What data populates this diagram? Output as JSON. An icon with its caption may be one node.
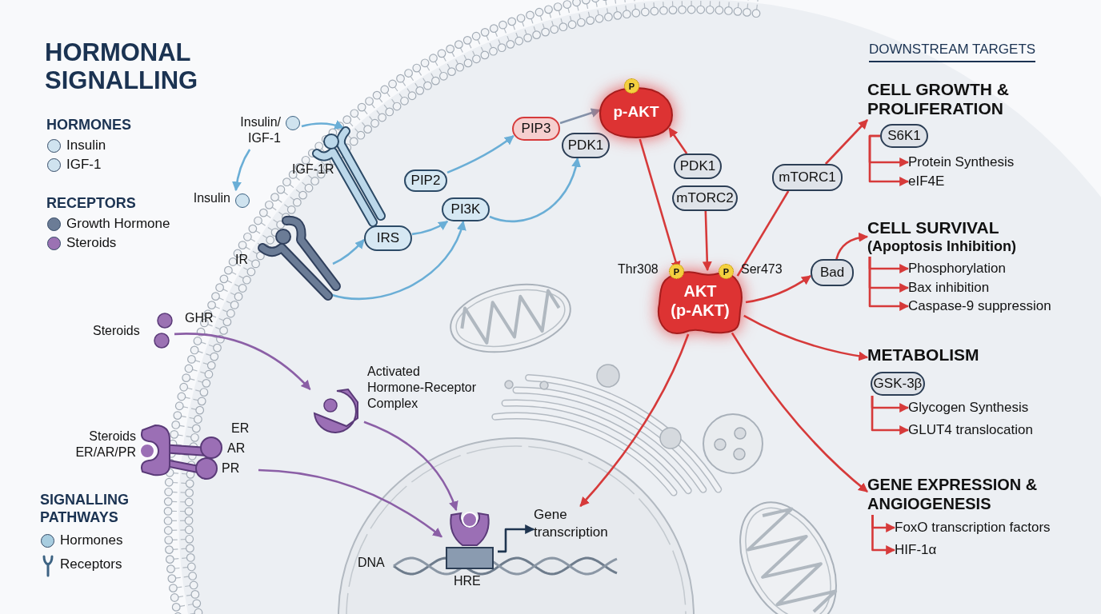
{
  "diagram": {
    "title": "HORMONAL SIGNALLING",
    "nodes": [
      {
        "text": [
          "Insulin/ IGF-1"
        ]
      },
      {
        "text": [
          "IGF-1R"
        ]
      },
      {
        "text": [
          "Insulin"
        ]
      },
      {
        "text": [
          "IR"
        ]
      },
      {
        "text": [
          "IRS"
        ]
      },
      {
        "text": [
          "PIP2"
        ]
      },
      {
        "text": [
          "PI3K"
        ]
      },
      {
        "text": [
          "PIP3"
        ]
      },
      {
        "text": [
          "PDK1"
        ]
      },
      {
        "text": [
          "p-AKT"
        ]
      },
      {
        "text": [
          "PDK1"
        ]
      },
      {
        "text": [
          "mTORC2"
        ]
      },
      {
        "text": [
          "AKT (p-AKT)"
        ],
        "beside": [
          "Thr308",
          "Ser473"
        ]
      },
      {
        "text": [
          "mTORC1"
        ]
      },
      {
        "text": [
          "Bad"
        ]
      },
      {
        "text": [
          "CELL GROWTH & PROLIFERATION"
        ]
      },
      {
        "text": [
          "S6K1"
        ]
      },
      {
        "text": [
          "Protein Synthesis"
        ]
      },
      {
        "text": [
          "eIF4E"
        ]
      },
      {
        "text": [
          "CELL SURVIVAL",
          "(Apoptosis Inhibition)"
        ]
      },
      {
        "text": [
          "Phosphorylation"
        ]
      },
      {
        "text": [
          "Bax inhibition"
        ]
      },
      {
        "text": [
          "Caspase-9 suppression"
        ]
      },
      {
        "text": [
          "METABOLISM"
        ]
      },
      {
        "text": [
          "GSK-3β"
        ]
      },
      {
        "text": [
          "Glycogen Synthesis"
        ]
      },
      {
        "text": [
          "GLUT4 translocation"
        ]
      },
      {
        "text": [
          "GENE EXPRESSION & ANGIOGENESIS"
        ]
      },
      {
        "text": [
          "FoxO transcription factors"
        ]
      },
      {
        "text": [
          "HIF-1α"
        ]
      },
      {
        "text": [
          "Steroids"
        ]
      },
      {
        "text": [
          "Activated Hormone-Receptor Complex"
        ]
      },
      {
        "text": [
          "Steroids ER/AR/PR"
        ],
        "beside": [
          "ER",
          "AR",
          "PR"
        ]
      },
      {
        "text": [
          "HRE"
        ]
      },
      {
        "text": [
          "Gene transcription"
        ]
      }
    ],
    "edges": [
      {
        "from": 0,
        "to": 1,
        "arrow": "to",
        "color": "#6aaed6"
      },
      {
        "from": 0,
        "to": 2,
        "arrow": "to",
        "color": "#6aaed6"
      },
      {
        "from": 3,
        "to": 4,
        "arrow": "to",
        "color": "#6aaed6"
      },
      {
        "from": 3,
        "to": 6,
        "arrow": "to",
        "color": "#6aaed6"
      },
      {
        "from": 4,
        "to": 6,
        "arrow": "to",
        "color": "#6aaed6"
      },
      {
        "from": 5,
        "to": 7,
        "arrow": "to",
        "color": "#6aaed6"
      },
      {
        "from": 6,
        "to": 8,
        "arrow": "to",
        "color": "#6aaed6"
      },
      {
        "from": 7,
        "to": 9,
        "arrow": "to",
        "color": "#8393ab"
      },
      {
        "from": 10,
        "to": 9,
        "arrow": "to"
      },
      {
        "from": 9,
        "to": 12,
        "arrow": "to"
      },
      {
        "from": 11,
        "to": 12,
        "arrow": "to"
      },
      {
        "from": 12,
        "to": 13,
        "arrow": "none"
      },
      {
        "from": 13,
        "to": 15,
        "arrow": "to"
      },
      {
        "from": 12,
        "to": 14,
        "arrow": "to"
      },
      {
        "from": 14,
        "to": 19,
        "arrow": "to"
      },
      {
        "from": 12,
        "to": 23,
        "arrow": "to"
      },
      {
        "from": 12,
        "to": 27,
        "arrow": "to"
      },
      {
        "from": 12,
        "to": 34,
        "arrow": "to"
      },
      {
        "from": 16,
        "to": 17,
        "arrow": "to"
      },
      {
        "from": 16,
        "to": 18,
        "arrow": "to"
      },
      {
        "from": 19,
        "to": 20,
        "arrow": "to"
      },
      {
        "from": 19,
        "to": 21,
        "arrow": "to"
      },
      {
        "from": 19,
        "to": 22,
        "arrow": "to"
      },
      {
        "from": 24,
        "to": 25,
        "arrow": "to"
      },
      {
        "from": 24,
        "to": 26,
        "arrow": "to"
      },
      {
        "from": 27,
        "to": 28,
        "arrow": "to"
      },
      {
        "from": 27,
        "to": 29,
        "arrow": "to"
      },
      {
        "from": 30,
        "to": 31,
        "arrow": "to",
        "color": "#8b5fa6"
      },
      {
        "from": 31,
        "to": 33,
        "arrow": "to",
        "color": "#8b5fa6"
      },
      {
        "from": 32,
        "to": 33,
        "arrow": "to",
        "color": "#8b5fa6"
      },
      {
        "from": 33,
        "to": 34,
        "arrow": "to",
        "color": "#1f3550"
      }
    ],
    "labels": [
      "HORMONES",
      "RECEPTORS",
      "GHR",
      "SIGNALLING PATHWAYS",
      "DNA",
      "P",
      "P",
      "P",
      "DOWNSTREAM TARGETS"
    ],
    "legend": [
      {
        "text": "Insulin",
        "color": "#cfe3ef"
      },
      {
        "text": "IGF-1",
        "color": "#cfe3ef"
      },
      {
        "text": "Growth Hormone",
        "color": "#6b7c96"
      },
      {
        "text": "Steroids",
        "color": "#9b72b3"
      },
      {
        "text": "Hormones",
        "color": "#a8cde0"
      },
      {
        "text": "Receptors"
      }
    ]
  }
}
